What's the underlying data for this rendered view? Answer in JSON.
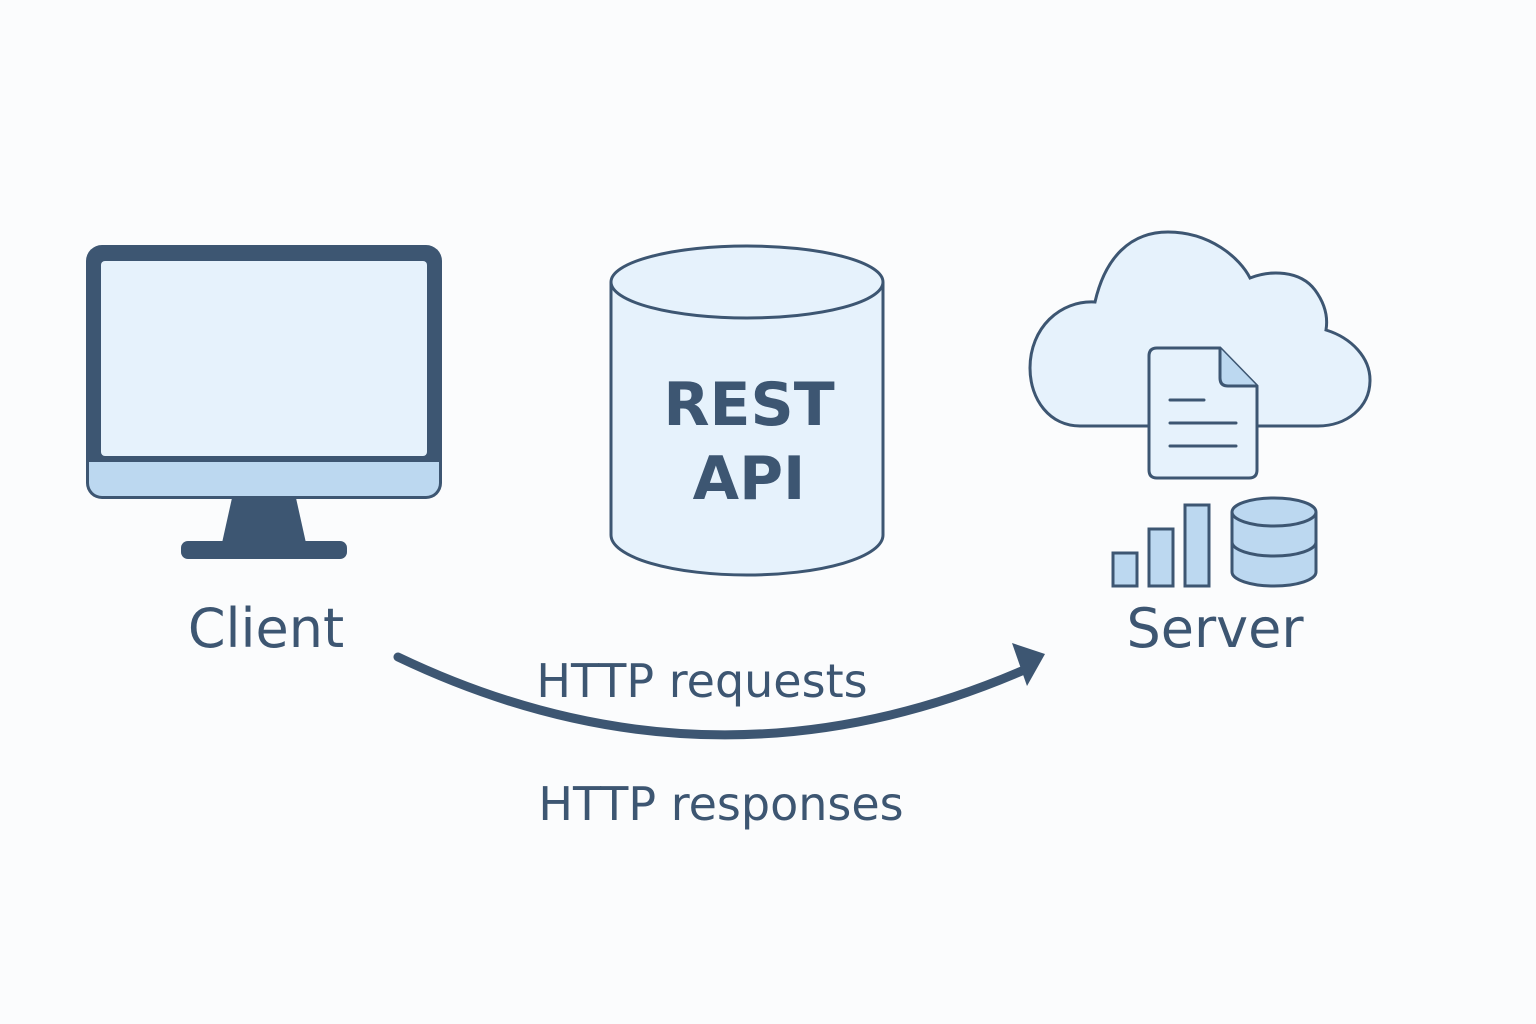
{
  "colors": {
    "stroke": "#3d5672",
    "fill_light": "#e6f2fc",
    "fill_mid": "#bcd8f0",
    "background": "#fbfcfd"
  },
  "nodes": {
    "client": {
      "label": "Client",
      "icon": "monitor-icon"
    },
    "api": {
      "label_line1": "REST",
      "label_line2": "API",
      "icon": "cylinder-icon"
    },
    "server": {
      "label": "Server",
      "icon": "cloud-server-icon"
    }
  },
  "edges": {
    "requests": {
      "label": "HTTP requests",
      "icon": "curved-arrow-icon"
    },
    "responses": {
      "label": "HTTP responses"
    }
  }
}
